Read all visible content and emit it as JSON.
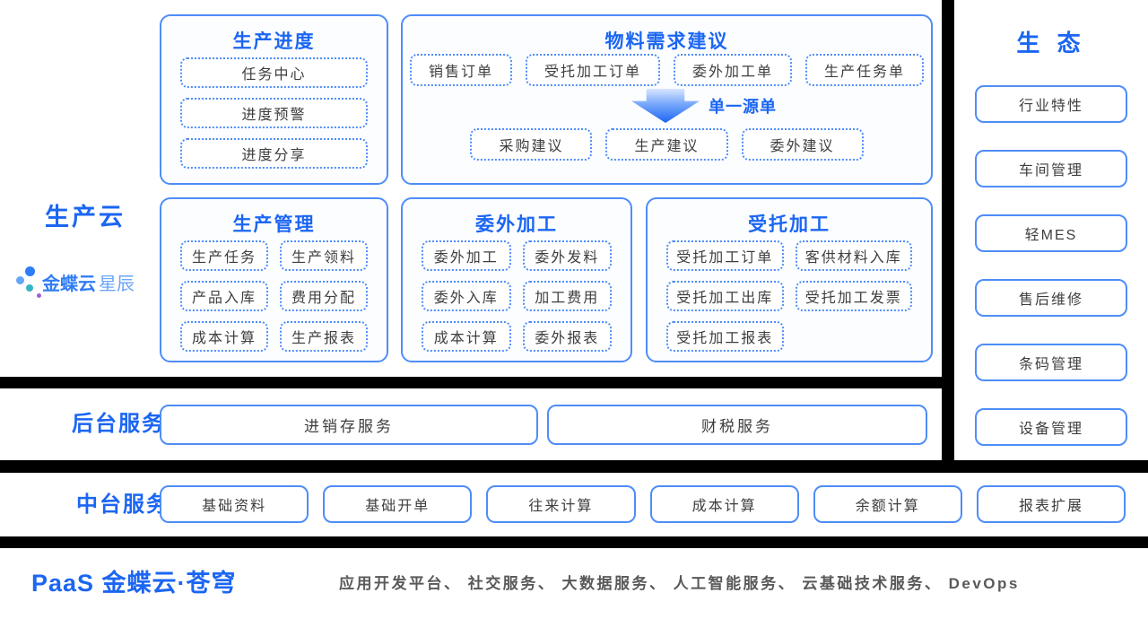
{
  "colors": {
    "accent_blue": "#1b66f2",
    "border_blue": "#4e8df8",
    "item_text": "#3e3e3e",
    "divider_black": "#000000",
    "logo_teal": "#35b5c4",
    "logo_purple": "#a05fd6"
  },
  "brand": {
    "logo_primary": "金蝶云",
    "logo_secondary": "星辰",
    "cloud_label": "生产云"
  },
  "production_cloud": {
    "progress": {
      "title": "生产进度",
      "items": [
        "任务中心",
        "进度预警",
        "进度分享"
      ]
    },
    "material": {
      "title": "物料需求建议",
      "sources": [
        "销售订单",
        "受托加工订单",
        "委外加工单",
        "生产任务单"
      ],
      "arrow_label": "单一源单",
      "suggestions": [
        "采购建议",
        "生产建议",
        "委外建议"
      ]
    },
    "management": {
      "title": "生产管理",
      "items": [
        "生产任务",
        "生产领料",
        "产品入库",
        "费用分配",
        "成本计算",
        "生产报表"
      ]
    },
    "outsourcing": {
      "title": "委外加工",
      "items": [
        "委外加工",
        "委外发料",
        "委外入库",
        "加工费用",
        "成本计算",
        "委外报表"
      ]
    },
    "consignment": {
      "title": "受托加工",
      "items": [
        "受托加工订单",
        "客供材料入库",
        "受托加工出库",
        "受托加工发票",
        "受托加工报表"
      ]
    }
  },
  "ecosystem": {
    "title": "生 态",
    "items": [
      "行业特性",
      "车间管理",
      "轻MES",
      "售后维修",
      "条码管理",
      "设备管理"
    ]
  },
  "backend_services": {
    "label": "后台服务",
    "items": [
      "进销存服务",
      "财税服务"
    ]
  },
  "middle_services": {
    "label": "中台服务",
    "items": [
      "基础资料",
      "基础开单",
      "往来计算",
      "成本计算",
      "余额计算",
      "报表扩展"
    ]
  },
  "paas": {
    "label": "PaaS 金蝶云·苍穹",
    "services": "应用开发平台、 社交服务、 大数据服务、 人工智能服务、 云基础技术服务、 DevOps"
  }
}
